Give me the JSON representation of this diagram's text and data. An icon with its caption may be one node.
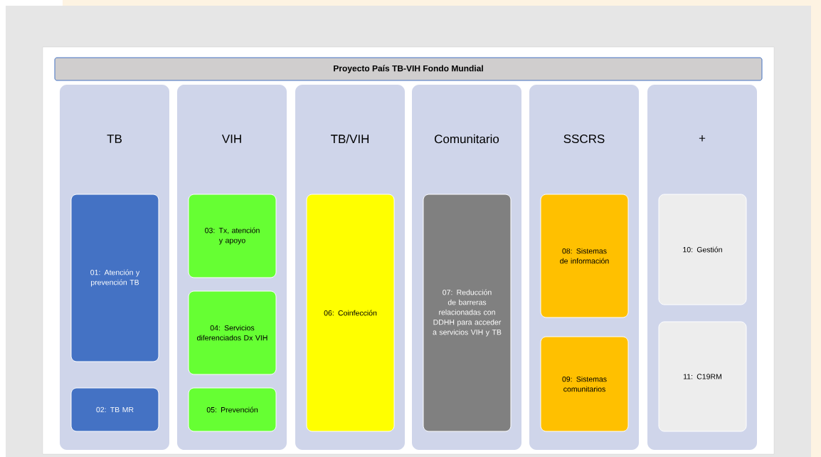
{
  "diagram": {
    "nodes": [
      {
        "text": [
          "Proyecto País TB-VIH Fondo Mundial"
        ]
      },
      {
        "text": [
          "TB"
        ]
      },
      {
        "text": [
          "01: Atención y prevención TB"
        ],
        "in": 1
      },
      {
        "text": [
          "02: TB MR"
        ],
        "in": 1
      },
      {
        "text": [
          "VIH"
        ]
      },
      {
        "text": [
          "03: Tx, atención y apoyo"
        ],
        "in": 4
      },
      {
        "text": [
          "04: Servicios diferenciados Dx VIH"
        ],
        "in": 4
      },
      {
        "text": [
          "05: Prevención"
        ],
        "in": 4
      },
      {
        "text": [
          "TB/VIH"
        ]
      },
      {
        "text": [
          "06: Coinfección"
        ],
        "in": 8
      },
      {
        "text": [
          "Comunitario"
        ]
      },
      {
        "text": [
          "07: Reducción de barreras relacionadas con DDHH para acceder a servicios VIH y TB"
        ],
        "in": 10
      },
      {
        "text": [
          "SSCRS"
        ]
      },
      {
        "text": [
          "08: Sistemas de información"
        ],
        "in": 12
      },
      {
        "text": [
          "09: Sistemas comunitarios"
        ],
        "in": 12
      },
      {
        "text": [
          "+"
        ]
      },
      {
        "text": [
          "10: Gestión"
        ],
        "in": 15
      },
      {
        "text": [
          "11: C19RM"
        ],
        "in": 15
      }
    ]
  }
}
